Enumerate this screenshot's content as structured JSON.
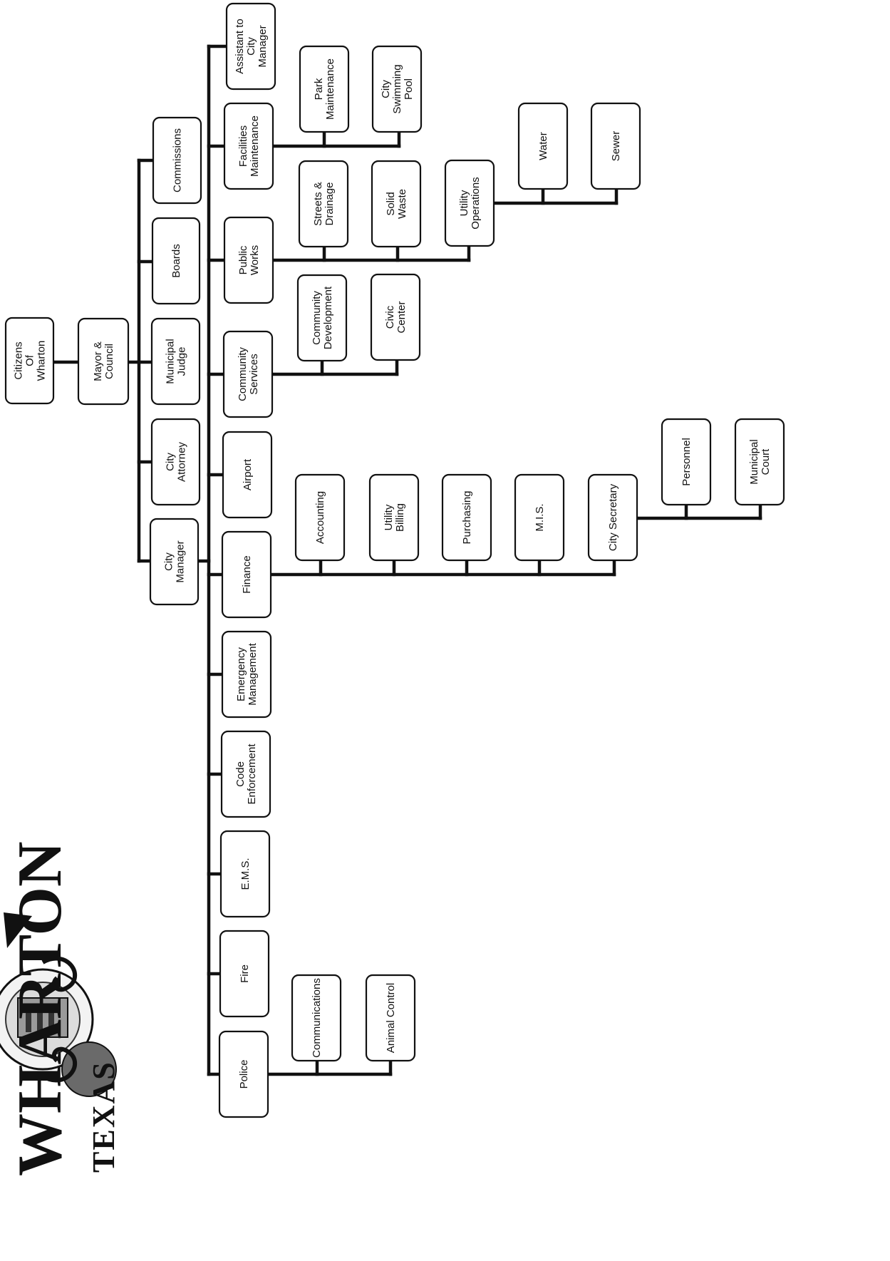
{
  "logo": {
    "name_fragment": "WHARTON",
    "state": "TEXAS"
  },
  "nodes": {
    "citizens": [
      "Citizens",
      "Of",
      "Wharton"
    ],
    "mayor": [
      "Mayor &",
      "Council"
    ],
    "commissions": [
      "Commissions"
    ],
    "boards": [
      "Boards"
    ],
    "municipal_judge": [
      "Municipal",
      "Judge"
    ],
    "city_attorney": [
      "City",
      "Attorney"
    ],
    "city_manager": [
      "City",
      "Manager"
    ],
    "assistant_cm": [
      "Assistant to",
      "City",
      "Manager"
    ],
    "facilities": [
      "Facilities",
      "Maintenance"
    ],
    "public_works": [
      "Public",
      "Works"
    ],
    "community_services": [
      "Community",
      "Services"
    ],
    "airport": [
      "Airport"
    ],
    "finance": [
      "Finance"
    ],
    "emergency": [
      "Emergency",
      "Management"
    ],
    "code_enforcement": [
      "Code",
      "Enforcement"
    ],
    "ems": [
      "E.M.S."
    ],
    "fire": [
      "Fire"
    ],
    "police": [
      "Police"
    ],
    "park": [
      "Park",
      "Maintenance"
    ],
    "pool": [
      "City",
      "Swimming",
      "Pool"
    ],
    "streets": [
      "Streets &",
      "Drainage"
    ],
    "solid_waste": [
      "Solid",
      "Waste"
    ],
    "utility_ops": [
      "Utility",
      "Operations"
    ],
    "water": [
      "Water"
    ],
    "sewer": [
      "Sewer"
    ],
    "community_dev": [
      "Community",
      "Development"
    ],
    "civic_center": [
      "Civic",
      "Center"
    ],
    "accounting": [
      "Accounting"
    ],
    "utility_billing": [
      "Utility",
      "Billing"
    ],
    "purchasing": [
      "Purchasing"
    ],
    "mis": [
      "M.I.S."
    ],
    "city_secretary": [
      "City Secretary"
    ],
    "personnel": [
      "Personnel"
    ],
    "municipal_court": [
      "Municipal",
      "Court"
    ],
    "communications": [
      "Communications"
    ],
    "animal_control": [
      "Animal Control"
    ]
  }
}
